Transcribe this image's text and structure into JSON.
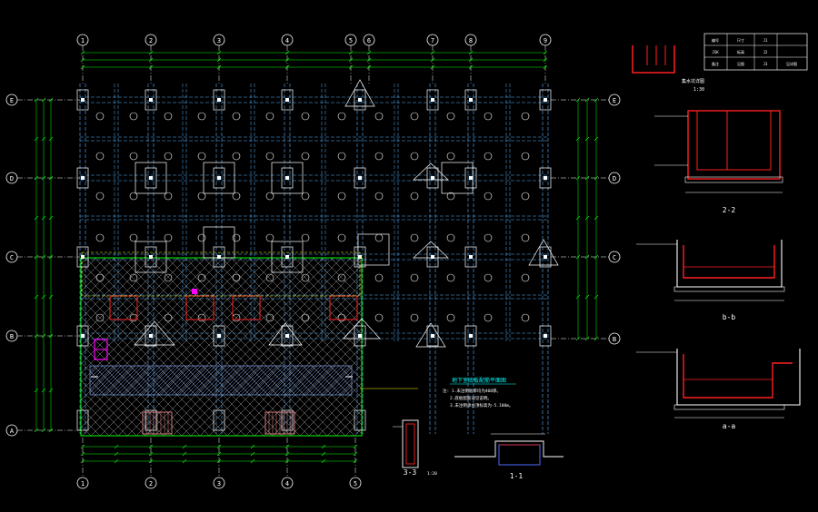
{
  "drawing": {
    "colors": {
      "background": "#000000",
      "grid": "#00c8c8",
      "beam": "#5ab4ff",
      "dim": "#00ff00",
      "pile": "#ffffff",
      "section": "#ff2020",
      "hatch": "#d8d8d8",
      "magenta": "#ff00ff",
      "yellow": "#ffff00"
    },
    "axes_top": [
      "1",
      "2",
      "3",
      "4",
      "5",
      "6",
      "7",
      "8",
      "9"
    ],
    "axes_bottom": [
      "1",
      "2",
      "3",
      "4",
      "5"
    ],
    "axes_rows": [
      "E",
      "D",
      "C",
      "B",
      "A"
    ],
    "plan_note_title": "地下室底板配筋平面图",
    "notes": [
      "注: 1.未注明板厚均为400厚。",
      "2.底板配筋详见说明。",
      "3.未注明承台顶标高为-5.100m。"
    ],
    "sections": {
      "s22": "2-2",
      "sbb": "b-b",
      "saa": "a-a",
      "s33": "3-3",
      "s11": "1-1",
      "s33_scale": "1:20"
    },
    "pit_detail_title": "集水坑详图",
    "pit_detail_sub": "1:30",
    "table": {
      "rows": [
        [
          "编号",
          "尺寸",
          "J1",
          ""
        ],
        [
          "JSK",
          "标高",
          "J2",
          ""
        ],
        [
          "备注",
          "见图",
          "J3",
          "见详图"
        ]
      ]
    }
  }
}
